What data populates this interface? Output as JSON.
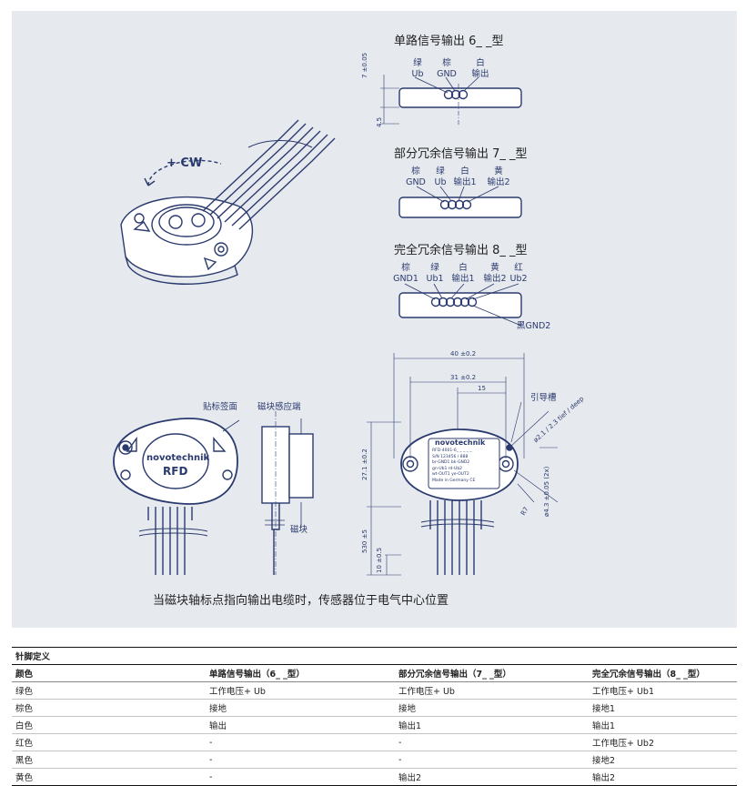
{
  "diagram": {
    "single_output_title": "单路信号输出 6_ _型",
    "partial_redundant_title": "部分冗余信号输出 7_ _型",
    "full_redundant_title": "完全冗余信号输出 8_ _型",
    "single_pins": [
      {
        "color": "绿",
        "signal": "Ub"
      },
      {
        "color": "棕",
        "signal": "GND"
      },
      {
        "color": "白",
        "signal": "输出"
      }
    ],
    "partial_pins": [
      {
        "color": "棕",
        "signal": "GND"
      },
      {
        "color": "绿",
        "signal": "Ub"
      },
      {
        "color": "白",
        "signal": "输出1"
      },
      {
        "color": "黄",
        "signal": "输出2"
      }
    ],
    "full_pins": [
      {
        "color": "棕",
        "signal": "GND1"
      },
      {
        "color": "绿",
        "signal": "Ub1"
      },
      {
        "color": "白",
        "signal": "输出1"
      },
      {
        "color": "黄",
        "signal": "输出2"
      },
      {
        "color": "红",
        "signal": "Ub2"
      }
    ],
    "full_black_label": "黑GND2",
    "rotation_label": "+ CW",
    "label_sticker": "贴标签面",
    "magnet_sensing_end": "磁块感应端",
    "magnet": "磁块",
    "guide_groove": "引导槽",
    "brand": "novotechnik",
    "model": "RFD",
    "plate_brand": "novotechnik",
    "plate_lines": [
      "RFD-4001-6_ _ _ _ _",
      "S/N 123456 / 888",
      "br-GND1 bk-GND2",
      "gn-Ub1 rd-Ub2",
      "wt-OUT1 ye-OUT2",
      "Made in Germany  CE"
    ],
    "dim_7": "7 ±0.05",
    "dim_45": "4.5",
    "dim_40": "40 ±0.2",
    "dim_31": "31 ±0.2",
    "dim_15": "15",
    "dim_27": "27.1 ±0.2",
    "dim_530": "530 ±5",
    "dim_10": "10 ±0.5",
    "dim_hole": "ø2.1 / 2.3 tief / deep",
    "dim_mount": "ø4.3 ±0.05 (2x)",
    "dim_r7": "R7",
    "caption": "当磁块轴标点指向输出电缆时，传感器位于电气中心位置"
  },
  "table": {
    "title": "针脚定义",
    "headers": [
      "颜色",
      "单路信号输出（6_ _型）",
      "部分冗余信号输出（7_ _型）",
      "完全冗余信号输出（8_ _型）"
    ],
    "rows": [
      [
        "绿色",
        "工作电压+ Ub",
        "工作电压+ Ub",
        "工作电压+ Ub1"
      ],
      [
        "棕色",
        "接地",
        "接地",
        "接地1"
      ],
      [
        "白色",
        "输出",
        "输出1",
        "输出1"
      ],
      [
        "红色",
        "-",
        "-",
        "工作电压+ Ub2"
      ],
      [
        "黑色",
        "-",
        "-",
        "接地2"
      ],
      [
        "黄色",
        "-",
        "输出2",
        "输出2"
      ]
    ]
  },
  "colors": {
    "background": "#e6e9ee",
    "line": "#2a3a6e"
  }
}
